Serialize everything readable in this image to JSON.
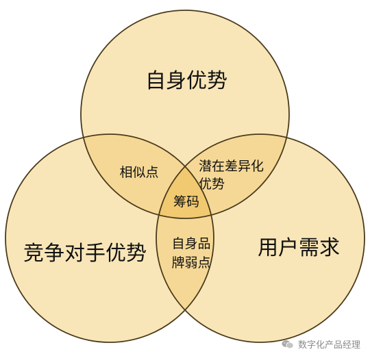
{
  "diagram": {
    "circles": {
      "top": "自身优势",
      "left": "竞争对手优势",
      "right": "用户需求"
    },
    "overlaps": {
      "top_left": "相似点",
      "top_right_line1": "潜在差异化",
      "top_right_line2": "优势",
      "center": "筹码",
      "left_right_line1": "自身品",
      "left_right_line2": "牌弱点"
    },
    "colors": {
      "circle_fill": "#f9e6b8",
      "overlap2_fill": "#f5d896",
      "overlap3_fill": "#f1c970",
      "stroke": "#4a3a1a"
    }
  },
  "watermark": {
    "text": "数字化产品经理",
    "icon": "wechat-icon"
  }
}
